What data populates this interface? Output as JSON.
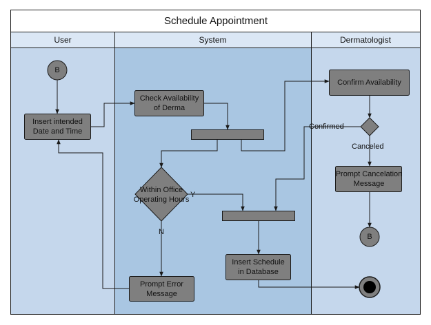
{
  "diagram": {
    "title": "Schedule Appointment",
    "lanes": [
      {
        "label": "User"
      },
      {
        "label": "System"
      },
      {
        "label": "Dermatologist"
      }
    ],
    "nodes": {
      "connector_start": "B",
      "insert_date_time": "Insert intended\nDate and Time",
      "check_availability": "Check Availability\nof Derma",
      "within_office_hours": "Within Office\nOperating Hours",
      "prompt_error": "Prompt Error\nMessage",
      "insert_schedule": "Insert Schedule\nin Database",
      "confirm_availability": "Confirm Availability",
      "prompt_cancelation": "Prompt Cancelation\nMessage",
      "connector_end": "B"
    },
    "edge_labels": {
      "confirmed": "Confirmed",
      "canceled": "Canceled",
      "yes": "Y",
      "no": "N"
    },
    "colors": {
      "lane_user": "#c5d7ec",
      "lane_system": "#a9c6e2",
      "lane_derma": "#c5d7ec",
      "header": "#dbe7f5",
      "node_fill": "#7f7f7f",
      "stroke": "#1a1a1a"
    }
  }
}
